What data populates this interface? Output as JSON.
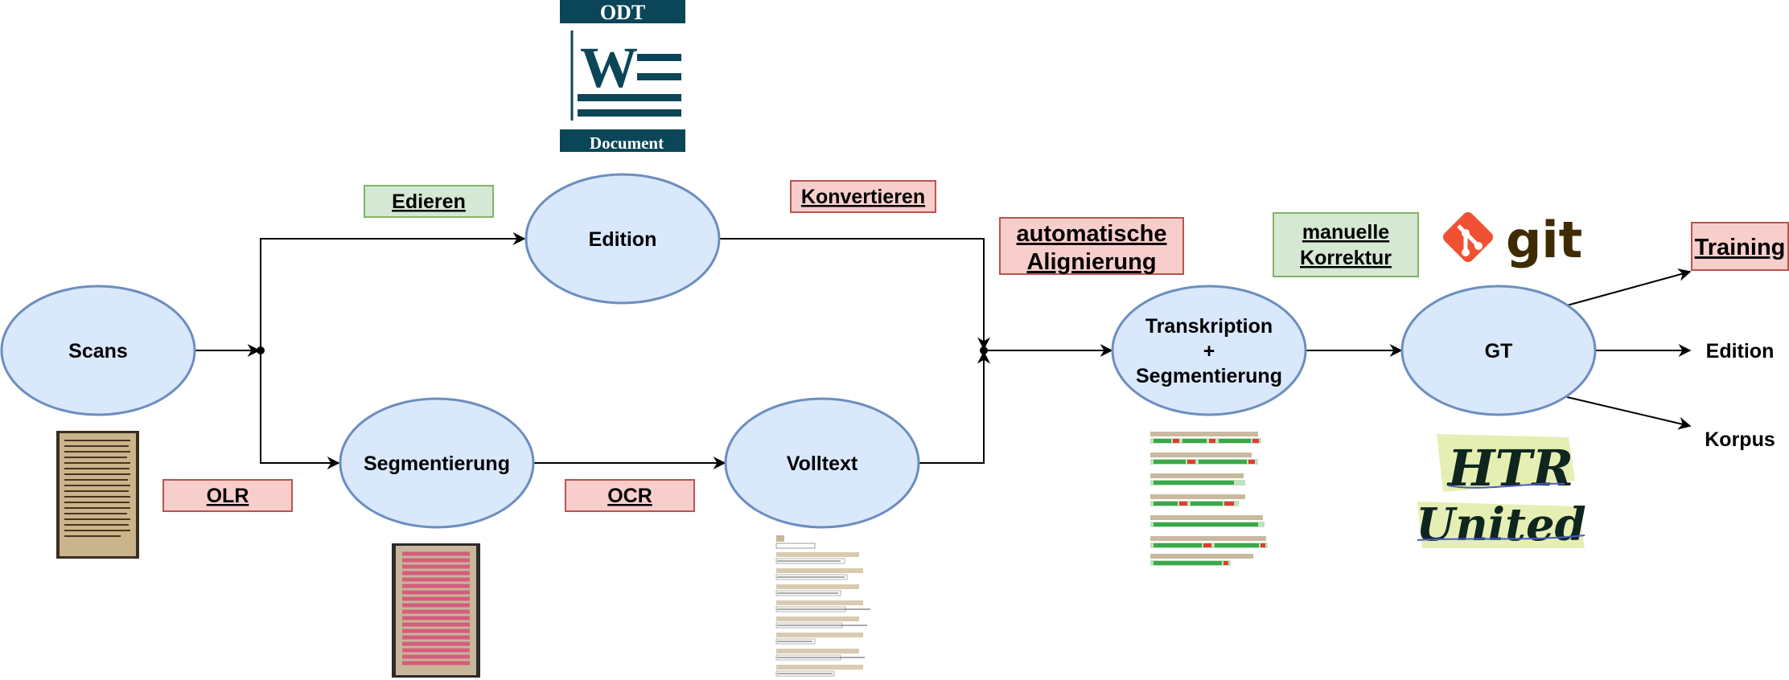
{
  "colors": {
    "node_fill": "#dae8fc",
    "node_stroke": "#6c8ebf",
    "label_green_fill": "#d5e8d4",
    "label_green_stroke": "#82b366",
    "label_red_fill": "#f8cecc",
    "label_red_stroke": "#b85450",
    "odt_brand": "#0b4658",
    "git_orange": "#f05133",
    "git_text": "#3e2c00"
  },
  "nodes": {
    "scans": "Scans",
    "edition": "Edition",
    "segmentierung": "Segmentierung",
    "volltext": "Volltext",
    "transkription": [
      "Transkription",
      "+",
      "Segmentierung"
    ],
    "gt": "GT"
  },
  "labels": {
    "edieren": "Edieren",
    "konvertieren": "Konvertieren",
    "olr": "OLR",
    "ocr": "OCR",
    "alignierung": [
      "automatische",
      "Alignierung"
    ],
    "korrektur": [
      "manuelle",
      "Korrektur"
    ],
    "training": "Training"
  },
  "outputs": {
    "edition": "Edition",
    "korpus": "Korpus"
  },
  "logos": {
    "odt_top": "ODT",
    "odt_letter": "W",
    "odt_bottom": "Document",
    "git": "git",
    "htr_united_line1": "HTR",
    "htr_united_line2": "United"
  },
  "icons": {
    "scan_thumbnail": "manuscript-page-icon",
    "segmented_thumbnail": "segmented-page-icon",
    "fulltext_thumbnail": "text-lines-icon",
    "aligned_thumbnail": "aligned-text-icon"
  }
}
